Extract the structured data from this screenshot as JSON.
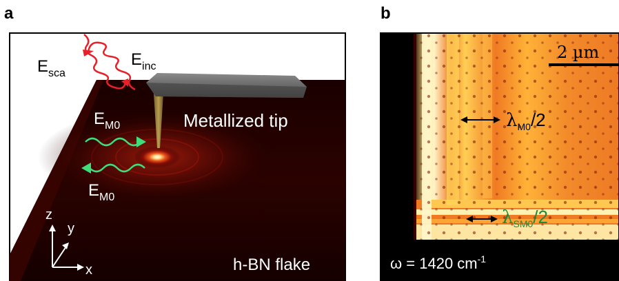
{
  "figure": {
    "panel_a": {
      "letter": "a",
      "labels": {
        "e_sca": "E",
        "e_sca_sub": "sca",
        "e_inc": "E",
        "e_inc_sub": "inc",
        "tip": "Metallized tip",
        "em0_top": "E",
        "em0_top_sub": "M0",
        "em0_bottom": "E",
        "em0_bottom_sub": "M0",
        "flake": "h-BN flake",
        "axis_z": "z",
        "axis_y": "y",
        "axis_x": "x"
      },
      "colors": {
        "incident_wave": "#e8202a",
        "polariton_wave": "#3fdd7a",
        "tip": "#555555"
      }
    },
    "panel_b": {
      "letter": "b",
      "labels": {
        "scalebar": "2 µm",
        "lambda_m0": "λ",
        "lambda_m0_sub": "M0",
        "lambda_m0_suffix": "/2",
        "lambda_sm0": "λ",
        "lambda_sm0_sub": "SM0",
        "lambda_sm0_suffix": "/2",
        "frequency": "ω = 1420 cm",
        "frequency_sup": "-1"
      },
      "colors": {
        "map_bright": "#ffe680",
        "map_mid": "#e8541a",
        "map_dark": "#3a0000",
        "sm0_text": "#1f8a3a"
      }
    }
  }
}
